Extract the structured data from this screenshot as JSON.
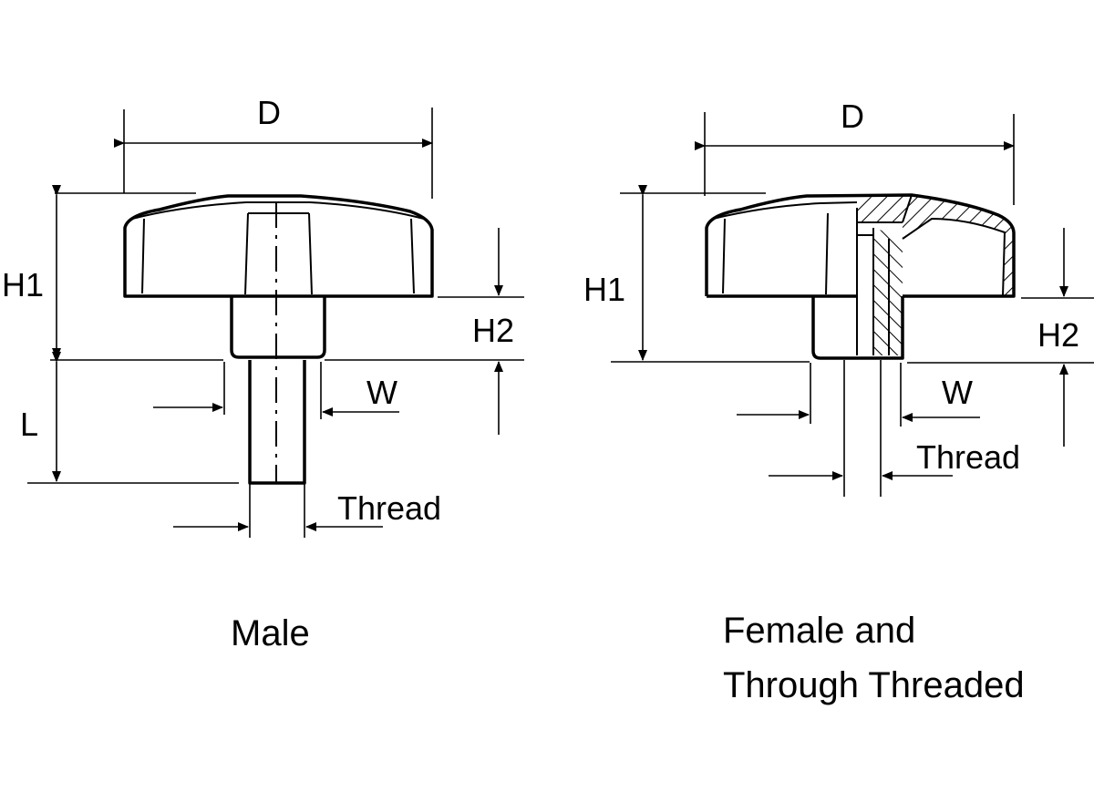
{
  "male": {
    "dim_D": "D",
    "dim_H1": "H1",
    "dim_H2": "H2",
    "dim_L": "L",
    "dim_W": "W",
    "dim_thread": "Thread",
    "caption": "Male"
  },
  "female": {
    "dim_D": "D",
    "dim_H1": "H1",
    "dim_H2": "H2",
    "dim_W": "W",
    "dim_thread": "Thread",
    "caption_line1": "Female and",
    "caption_line2": "Through Threaded"
  },
  "colors": {
    "line": "#000000",
    "background": "#ffffff"
  }
}
